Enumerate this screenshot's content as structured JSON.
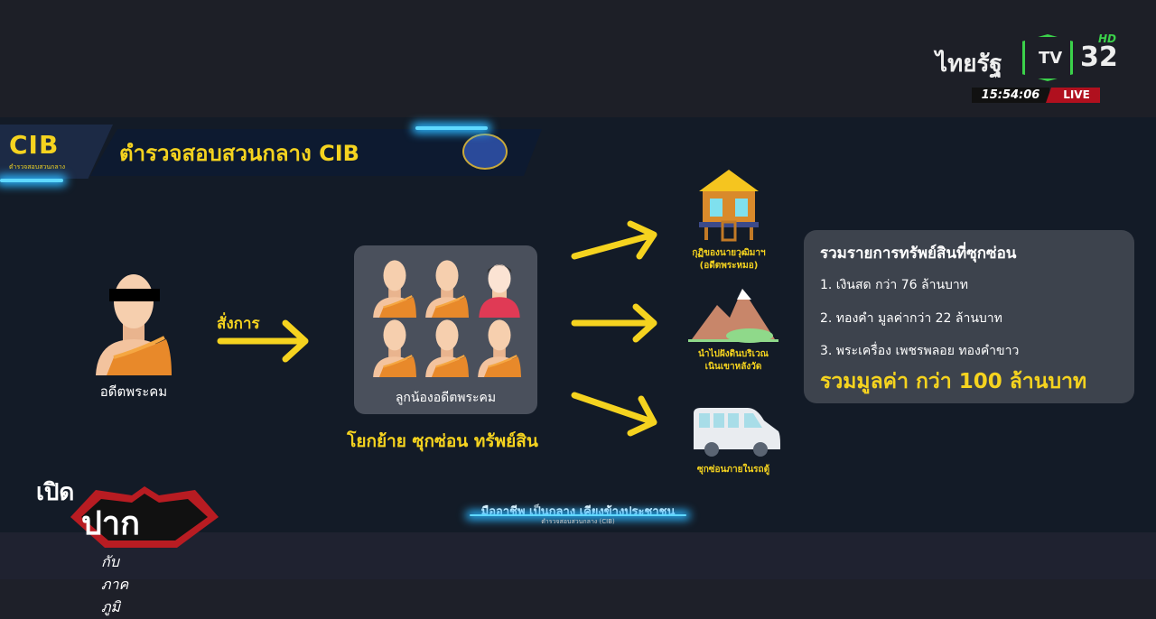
{
  "channel": {
    "name": "ไทยรัฐ",
    "tv": "TV",
    "number": "32",
    "hd": "HD",
    "time": "15:54:06",
    "live": "LIVE"
  },
  "banner": {
    "logo": "CIB",
    "logo_sub": "ตำรวจสอบสวนกลาง",
    "title": "ตำรวจสอบสวนกลาง CIB"
  },
  "diagram": {
    "leader": "อดีตพระคม",
    "order": "สั่งการ",
    "group": "ลูกน้องอดีตพระคม",
    "action": "โยกย้าย ซุกซ่อน ทรัพย์สิน",
    "places": [
      {
        "line1": "กุฏิของนายวุฒิมาฯ",
        "line2": "(อดีตพระหมอ)"
      },
      {
        "line1": "นำไปฝังดินบริเวณ",
        "line2": "เนินเขาหลังวัด"
      },
      {
        "line1": "ซุกซ่อนภายในรถตู้",
        "line2": ""
      }
    ]
  },
  "summary": {
    "title": "รวมรายการทรัพย์สินที่ซุกซ่อน",
    "items": [
      "1. เงินสด กว่า 76 ล้านบาท",
      "2. ทองคำ มูลค่ากว่า 22 ล้านบาท",
      "3. พระเครื่อง เพชรพลอย ทองคำขาว"
    ],
    "total": "รวมมูลค่า กว่า 100 ล้านบาท"
  },
  "footer": {
    "slogan": "มืออาชีพ เป็นกลาง เคียงข้างประชาชน",
    "sub": "ตำรวจสอบสวนกลาง (CIB)"
  },
  "show": {
    "line1": "เปิด",
    "line2": "ปาก",
    "line3": "กับ ภาคภูมิ"
  },
  "colors": {
    "accent": "#f5d31f",
    "robe": "#e8892a",
    "live": "#b0101e"
  }
}
